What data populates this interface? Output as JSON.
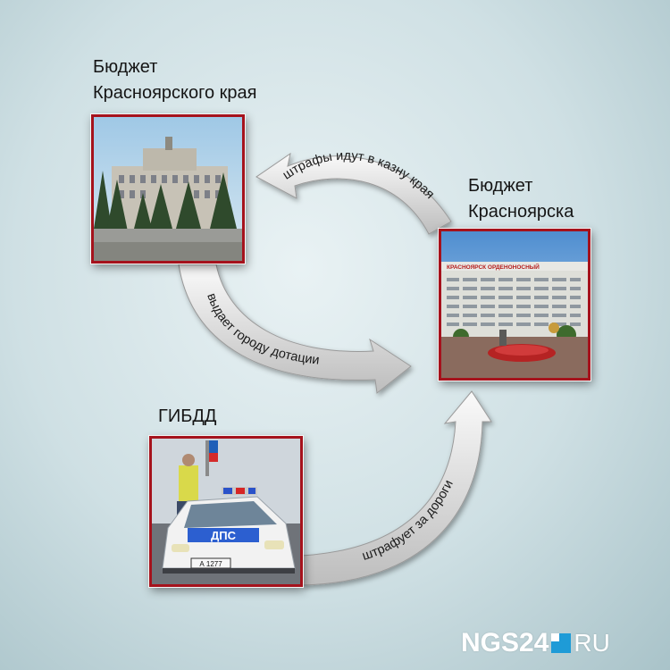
{
  "nodes": {
    "krai": {
      "title_line1": "Бюджет",
      "title_line2": "Красноярского края"
    },
    "city": {
      "title_line1": "Бюджет",
      "title_line2": "Красноярска",
      "building_sign": "КРАСНОЯРСК ОРДЕНОНОСНЫЙ"
    },
    "gibdd": {
      "title": "ГИБДД",
      "car_label": "ДПС",
      "plate": "А 1277"
    }
  },
  "arrows": {
    "city_to_krai": "штрафы идут в казну края",
    "krai_to_city": "выдает городу дотации",
    "gibdd_to_city": "штрафует за дороги"
  },
  "logo": {
    "main": "NGS24",
    "suffix": "RU"
  },
  "colors": {
    "photo_border": "#a5121c",
    "arrow_fill": "#dcdcdc",
    "logo_accent": "#1e9bd7"
  }
}
